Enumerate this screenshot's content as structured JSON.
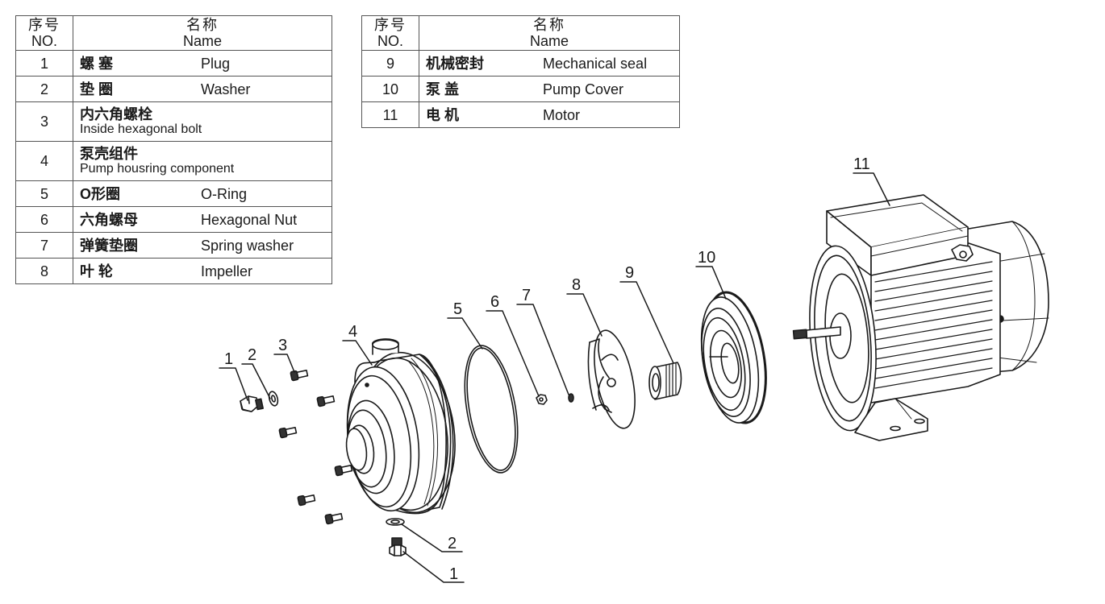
{
  "tables": {
    "header": {
      "no_zh": "序号",
      "no_en": "NO.",
      "name_zh": "名称",
      "name_en": "Name"
    },
    "left": [
      {
        "no": "1",
        "zh": "螺 塞",
        "en": "Plug"
      },
      {
        "no": "2",
        "zh": "垫 圈",
        "en": "Washer"
      },
      {
        "no": "3",
        "zh": "内六角螺栓",
        "en": "Inside hexagonal bolt",
        "stacked": true
      },
      {
        "no": "4",
        "zh": "泵壳组件",
        "en": "Pump housring component",
        "stacked": true
      },
      {
        "no": "5",
        "zh": "O形圈",
        "en": "O-Ring"
      },
      {
        "no": "6",
        "zh": "六角螺母",
        "en": "Hexagonal Nut"
      },
      {
        "no": "7",
        "zh": "弹簧垫圈",
        "en": "Spring washer"
      },
      {
        "no": "8",
        "zh": "叶 轮",
        "en": "Impeller"
      }
    ],
    "right": [
      {
        "no": "9",
        "zh": "机械密封",
        "en": "Mechanical seal"
      },
      {
        "no": "10",
        "zh": "泵 盖",
        "en": "Pump Cover"
      },
      {
        "no": "11",
        "zh": "电 机",
        "en": "Motor"
      }
    ]
  },
  "diagram": {
    "callouts": [
      "1",
      "2",
      "3",
      "4",
      "5",
      "6",
      "7",
      "8",
      "9",
      "10",
      "11",
      "2",
      "1"
    ],
    "line_color": "#1a1a1a"
  }
}
